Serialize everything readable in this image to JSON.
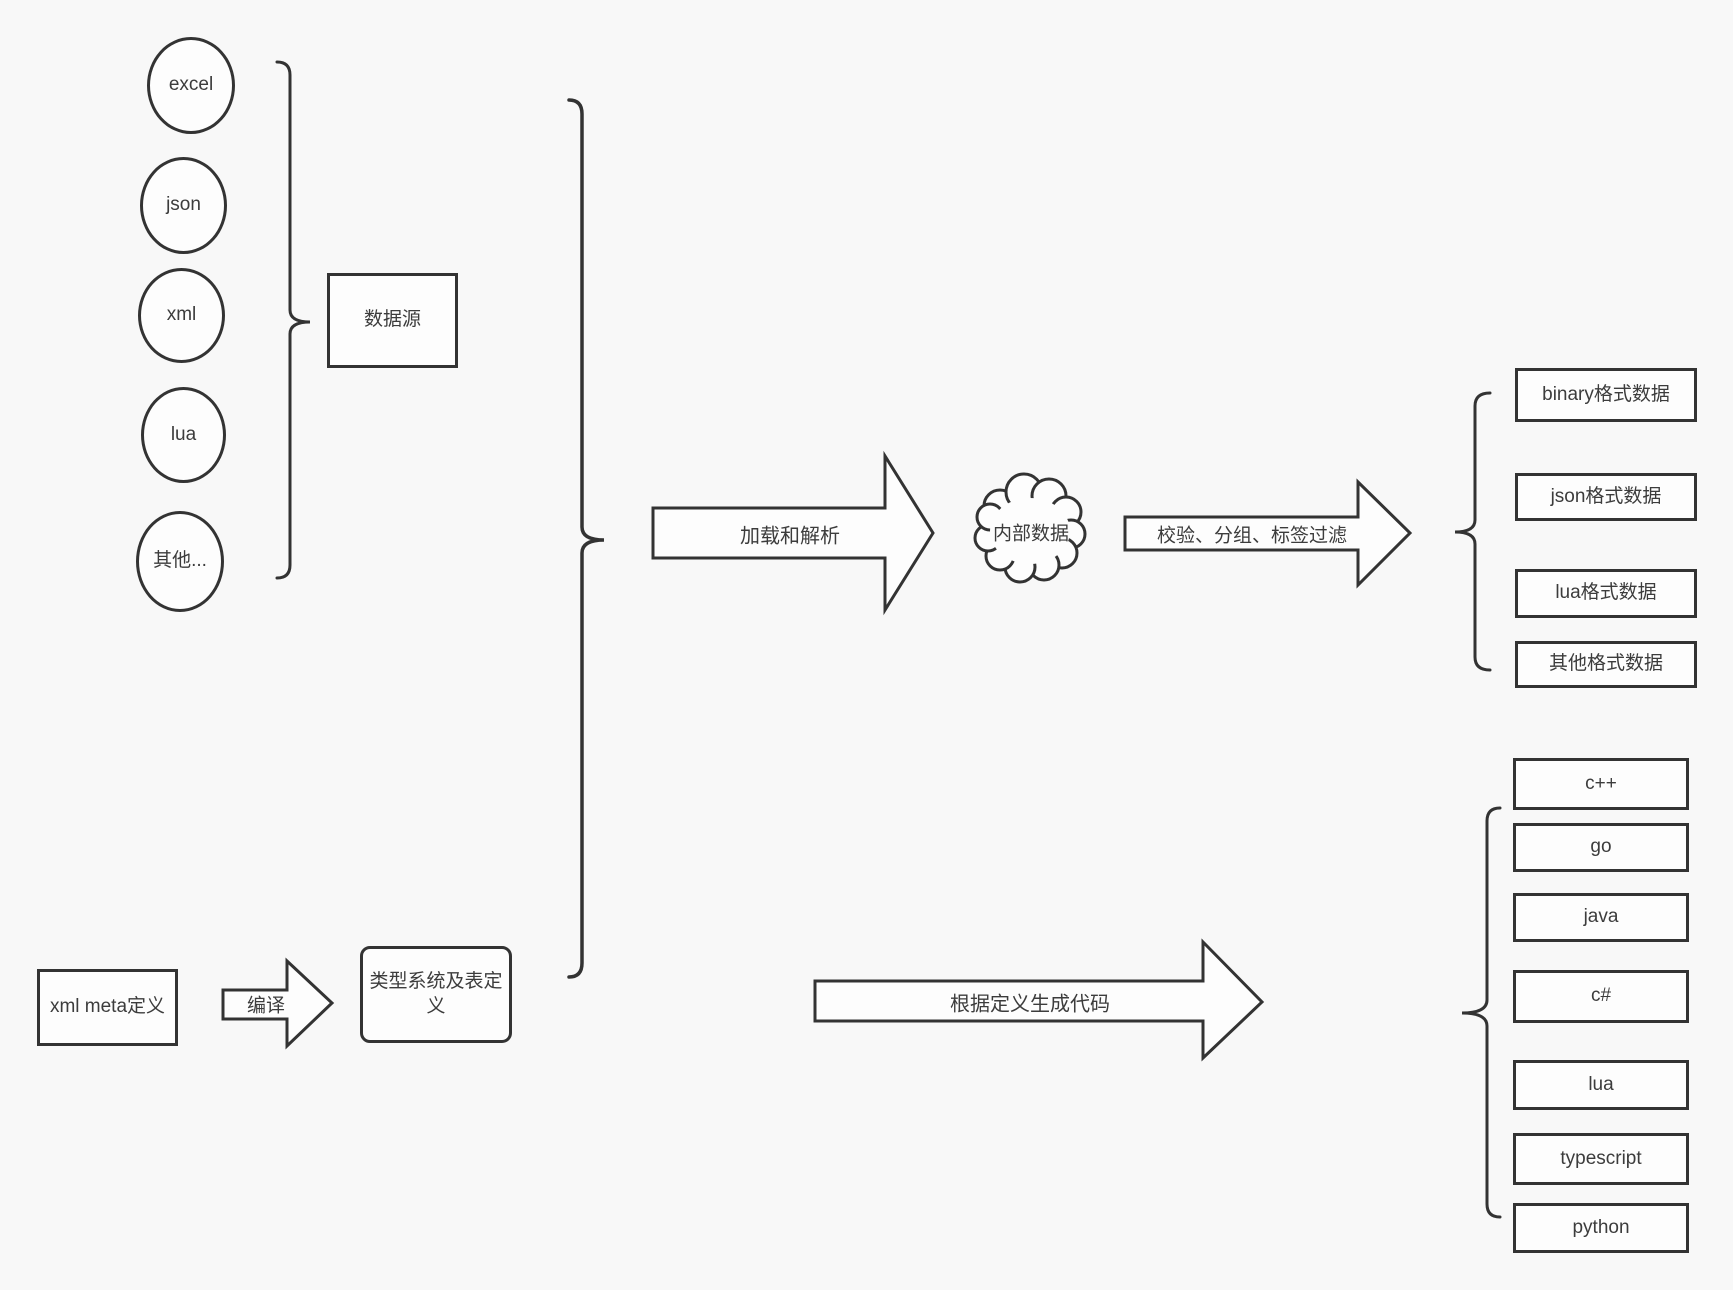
{
  "colors": {
    "background": "#f8f8f8",
    "stroke": "#333333",
    "shape_fill": "#fdfdfd",
    "text": "#3c3c3c"
  },
  "sources": {
    "group_label": "数据源",
    "items": [
      "excel",
      "json",
      "xml",
      "lua",
      "其他..."
    ]
  },
  "pipeline": {
    "load_arrow_label": "加载和解析",
    "cloud_label": "内部数据",
    "filter_arrow_label": "校验、分组、标签过滤"
  },
  "formats": [
    "binary格式数据",
    "json格式数据",
    "lua格式数据",
    "其他格式数据"
  ],
  "definition": {
    "xml_meta_label": "xml meta定义",
    "compile_arrow_label": "编译",
    "type_system_label": "类型系统及表定义"
  },
  "codegen": {
    "arrow_label": "根据定义生成代码",
    "languages": [
      "c++",
      "go",
      "java",
      "c#",
      "lua",
      "typescript",
      "python"
    ]
  }
}
